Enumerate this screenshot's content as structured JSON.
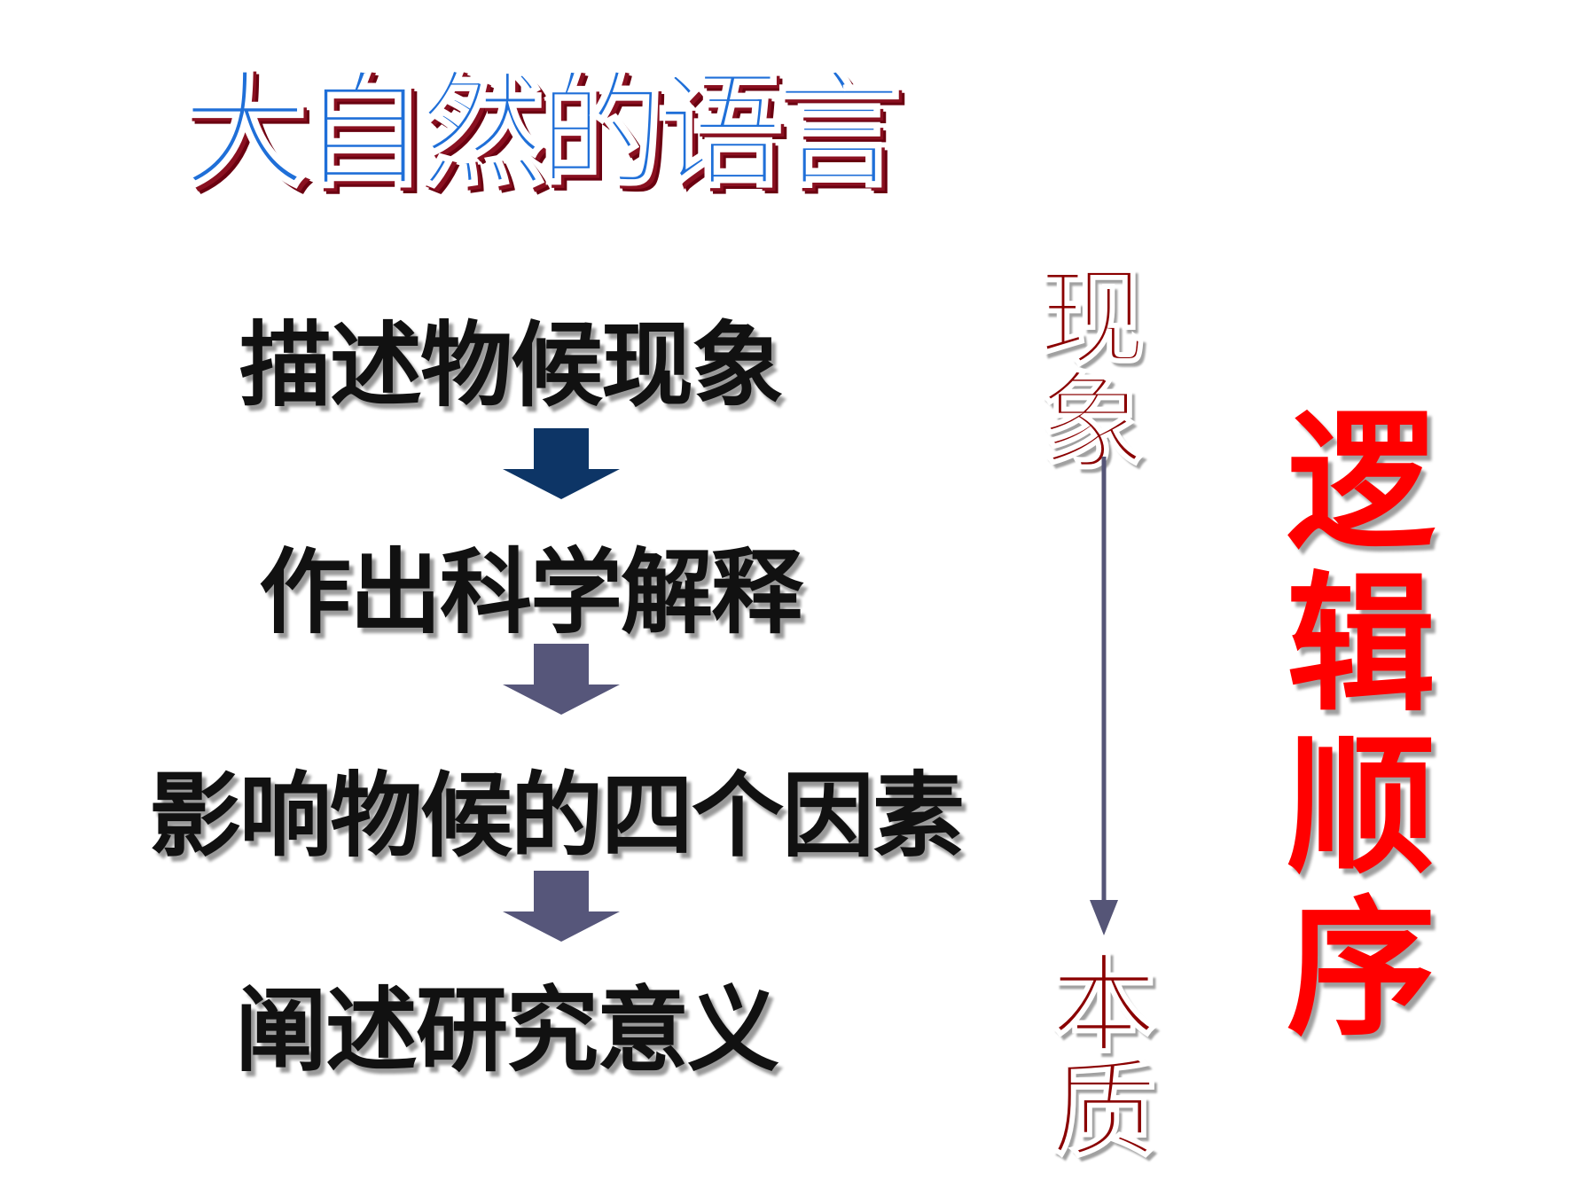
{
  "slide": {
    "title": "大自然的语言",
    "steps": [
      "描述物候现象",
      "作出科学解释",
      "影响物候的四个因素",
      "阐述研究意义"
    ],
    "flow_arrow_icons": [
      "down-arrow-icon",
      "down-arrow-icon",
      "down-arrow-icon"
    ],
    "phenomenon": [
      "现",
      "象"
    ],
    "essence": [
      "本",
      "质"
    ],
    "logic_order": [
      "逻",
      "辑",
      "顺",
      "序"
    ]
  },
  "colors": {
    "title": "#1f6fd8",
    "title_shadow": "#8a1020",
    "steps": "#111111",
    "arrow_first": "#0d3566",
    "arrow_rest": "#56567a",
    "dark_red": "#8b0000",
    "bright_red": "#ff0000",
    "vertical_arrow": "#555577"
  }
}
